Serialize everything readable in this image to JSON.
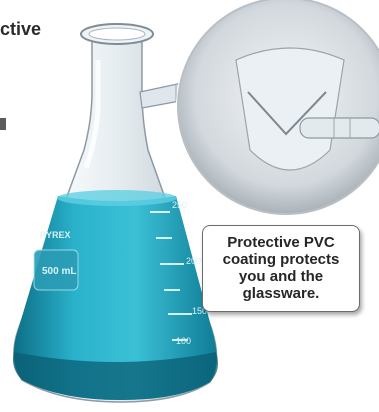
{
  "headline_fragment": [
    "ctive"
  ],
  "callout_lines": [
    "Protective PVC",
    "coating protects",
    "you and the",
    "glassware."
  ],
  "flask_label_brand": "PYREX",
  "flask_volume_mark": "500 mL",
  "flask_grad_marks": [
    "250",
    "200",
    "150",
    "100"
  ],
  "colors": {
    "liquid": "#2ab2cc",
    "liquid_dark": "#0e7c95",
    "glass": "#e8eef2",
    "callout_border": "#6b6b6b"
  }
}
